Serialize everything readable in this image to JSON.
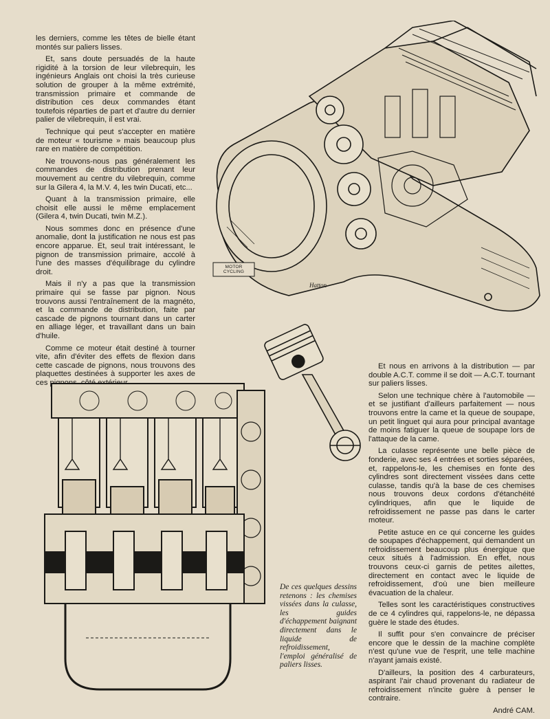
{
  "left_column": [
    "les derniers, comme les têtes de bielle étant montés sur paliers lisses.",
    "Et, sans doute persuadés de la haute rigidité à la torsion de leur vilebrequin, les ingénieurs Anglais ont choisi la très curieuse solution de grouper à la même extrémité, transmission primaire et commande de distribution ces deux commandes étant toutefois réparties de part et d'autre du dernier palier de vilebrequin, il est vrai.",
    "Technique qui peut s'accepter en matière de moteur « tourisme » mais beaucoup plus rare en matière de compétition.",
    "Ne trouvons-nous pas généralement les commandes de distribution prenant leur mouvement au centre du vilebrequin, comme sur la Gilera 4, la M.V. 4, les twin Ducati, etc...",
    "Quant à la transmission primaire, elle choisit elle aussi le même emplacement (Gilera 4, twin Ducati, twin M.Z.).",
    "Nous sommes donc en présence d'une anomalie, dont la justification ne nous est pas encore apparue. Et, seul trait intéressant, le pignon de transmission primaire, accolé à l'une des masses d'équilibrage du cylindre droit.",
    "Mais il n'y a pas que la transmission primaire qui se fasse par pignon. Nous trouvons aussi l'entraînement de la magnéto, et la commande de distribution, faite par cascade de pignons tournant dans un carter en alliage léger, et travaillant dans un bain d'huile.",
    "Comme ce moteur était destiné à tourner vite, afin d'éviter des effets de flexion dans cette cascade de pignons, nous trouvons des plaquettes destinées à supporter les axes de ces pignons, côté extérieur."
  ],
  "right_column": [
    "Et nous en arrivons à la distribution — par double A.C.T. comme il se doit — A.C.T. tournant sur paliers lisses.",
    "Selon une technique chère à l'automobile — et se justifiant d'ailleurs parfaitement — nous trouvons entre la came et la queue de soupape, un petit linguet qui aura pour principal avantage de moins fatiguer la queue de soupape lors de l'attaque de la came.",
    "La culasse représente une belle pièce de fonderie, avec ses 4 entrées et sorties séparées, et, rappelons-le, les chemises en fonte des cylindres sont directement vissées dans cette culasse, tandis qu'à la base de ces chemises nous trouvons deux cordons d'étanchéité cylindriques, afin que le liquide de refroidissement ne passe pas dans le carter moteur.",
    "Petite astuce en ce qui concerne les guides de soupapes d'échappement, qui demandent un refroidissement beaucoup plus énergique que ceux situés à l'admission. En effet, nous trouvons ceux-ci garnis de petites ailettes, directement en contact avec le liquide de refroidissement, d'où une bien meilleure évacuation de la chaleur.",
    "Telles sont les caractéristiques constructives de ce 4 cylindres qui, rappelons-le, ne dépassa guère le stade des études.",
    "Il suffit pour s'en convaincre de préciser encore que le dessin de la machine complète n'est qu'une vue de l'esprit, une telle machine n'ayant jamais existé.",
    "D'ailleurs, la position des 4 carburateurs, aspirant l'air chaud provenant du radiateur de refroidissement n'incite guère à penser le contraire."
  ],
  "signature": "André CAM.",
  "caption": "De ces quelques dessins retenons : les chemises vissées dans la culasse, les guides d'échappement baignant directement dans le liquide de refroidissement, l'emploi généralisé de paliers lisses.",
  "figures": {
    "engine_stamp": "MOTOR CYCLING",
    "engine_artist": "Hatton"
  },
  "colors": {
    "paper": "#e6ddcb",
    "ink": "#1b1a17"
  }
}
